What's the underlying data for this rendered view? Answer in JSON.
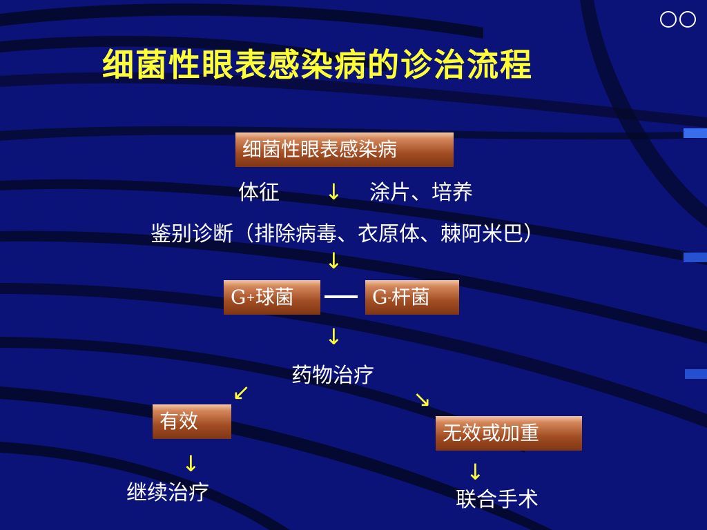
{
  "slide": {
    "title": "细菌性眼表感染病的诊治流程",
    "nav_circles": [
      "○",
      "○"
    ]
  },
  "flow": {
    "root": "细菌性眼表感染病",
    "left_label": "体征",
    "right_label": "涂片、培养",
    "diagnosis": "鉴别诊断（排除病毒、衣原体、棘阿米巴）",
    "gram_pos_prefix": "G",
    "gram_pos_sup": "+",
    "gram_pos_label": "球菌",
    "gram_neg_prefix": "G",
    "gram_neg_sup": "-",
    "gram_neg_label": "杆菌",
    "treatment": "药物治疗",
    "effective": "有效",
    "ineffective": "无效或加重",
    "continue": "继续治疗",
    "surgery": "联合手术"
  },
  "arrows": {
    "down": "↓",
    "down_left": "↙",
    "down_right": "↘"
  },
  "colors": {
    "background": "#0c1378",
    "title": "#ffff33",
    "arrow": "#ffff33",
    "box_gradient": [
      "#f1c7a8",
      "#a24d23",
      "#7f3614"
    ],
    "text": "#ffffff"
  }
}
